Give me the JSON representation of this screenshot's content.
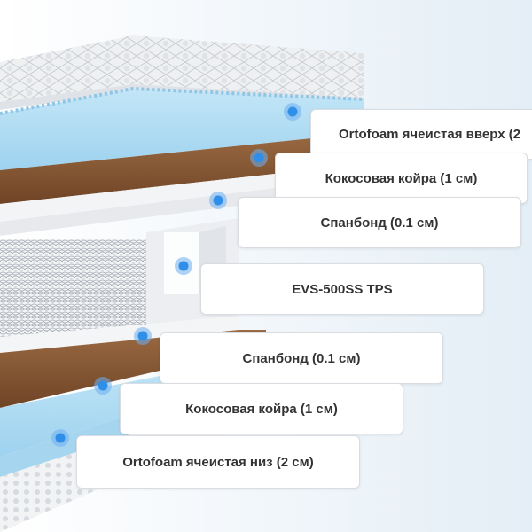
{
  "layers": [
    {
      "label": "Ortofoam ячеистая вверх (2",
      "marker": "layer-top-foam"
    },
    {
      "label": "Кокосовая койра (1 см)",
      "marker": "layer-top-coir"
    },
    {
      "label": "Спанбонд (0.1 см)",
      "marker": "layer-top-spunbond"
    },
    {
      "label": "EVS-500SS TPS",
      "marker": "layer-springs"
    },
    {
      "label": "Спанбонд (0.1 см)",
      "marker": "layer-bottom-spunbond"
    },
    {
      "label": "Кокосовая койра (1 см)",
      "marker": "layer-bottom-coir"
    },
    {
      "label": "Ortofoam ячеистая низ (2 см)",
      "marker": "layer-bottom-foam"
    }
  ],
  "colors": {
    "foam": "#a9d8f2",
    "coir": "#8b5a34",
    "spunbond": "#f2f3f5",
    "marker": "#2f8fe8"
  }
}
